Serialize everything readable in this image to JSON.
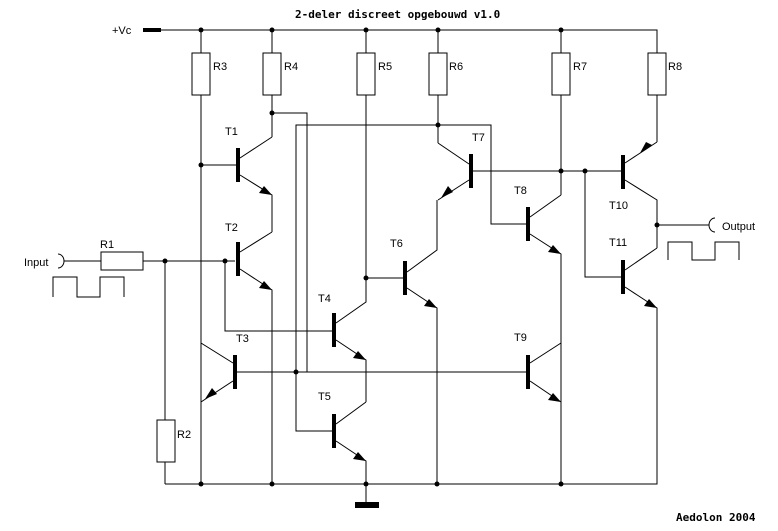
{
  "title": "2-deler discreet opgebouwd v1.0",
  "credit": "Aedolon 2004",
  "supply_label": "+Vc",
  "input_label": "Input",
  "output_label": "Output",
  "resistors": [
    "R1",
    "R2",
    "R3",
    "R4",
    "R5",
    "R6",
    "R7",
    "R8"
  ],
  "transistors": [
    "T1",
    "T2",
    "T3",
    "T4",
    "T5",
    "T6",
    "T7",
    "T8",
    "T9",
    "T10",
    "T11"
  ],
  "colors": {
    "ink": "#000000",
    "background": "#ffffff"
  }
}
